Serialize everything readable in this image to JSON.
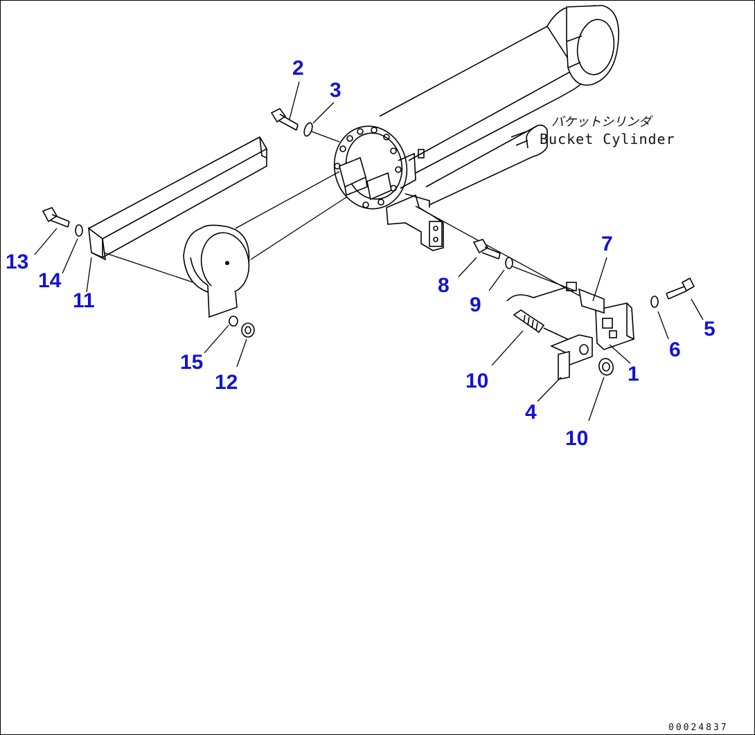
{
  "labels": {
    "part_numbers": [
      {
        "id": "p2",
        "text": "2"
      },
      {
        "id": "p3",
        "text": "3"
      },
      {
        "id": "p13",
        "text": "13"
      },
      {
        "id": "p14",
        "text": "14"
      },
      {
        "id": "p11",
        "text": "11"
      },
      {
        "id": "p15",
        "text": "15"
      },
      {
        "id": "p12",
        "text": "12"
      },
      {
        "id": "p8",
        "text": "8"
      },
      {
        "id": "p9",
        "text": "9"
      },
      {
        "id": "p7",
        "text": "7"
      },
      {
        "id": "p5",
        "text": "5"
      },
      {
        "id": "p6",
        "text": "6"
      },
      {
        "id": "p1",
        "text": "1"
      },
      {
        "id": "p10a",
        "text": "10"
      },
      {
        "id": "p4",
        "text": "4"
      },
      {
        "id": "p10b",
        "text": "10"
      }
    ],
    "component_jp": "バケットシリンダ",
    "component_en": "Bucket Cylinder",
    "drawing_number": "00024837"
  },
  "colors": {
    "callout": "#1212d8",
    "line": "#000000",
    "background": "#ffffff"
  }
}
